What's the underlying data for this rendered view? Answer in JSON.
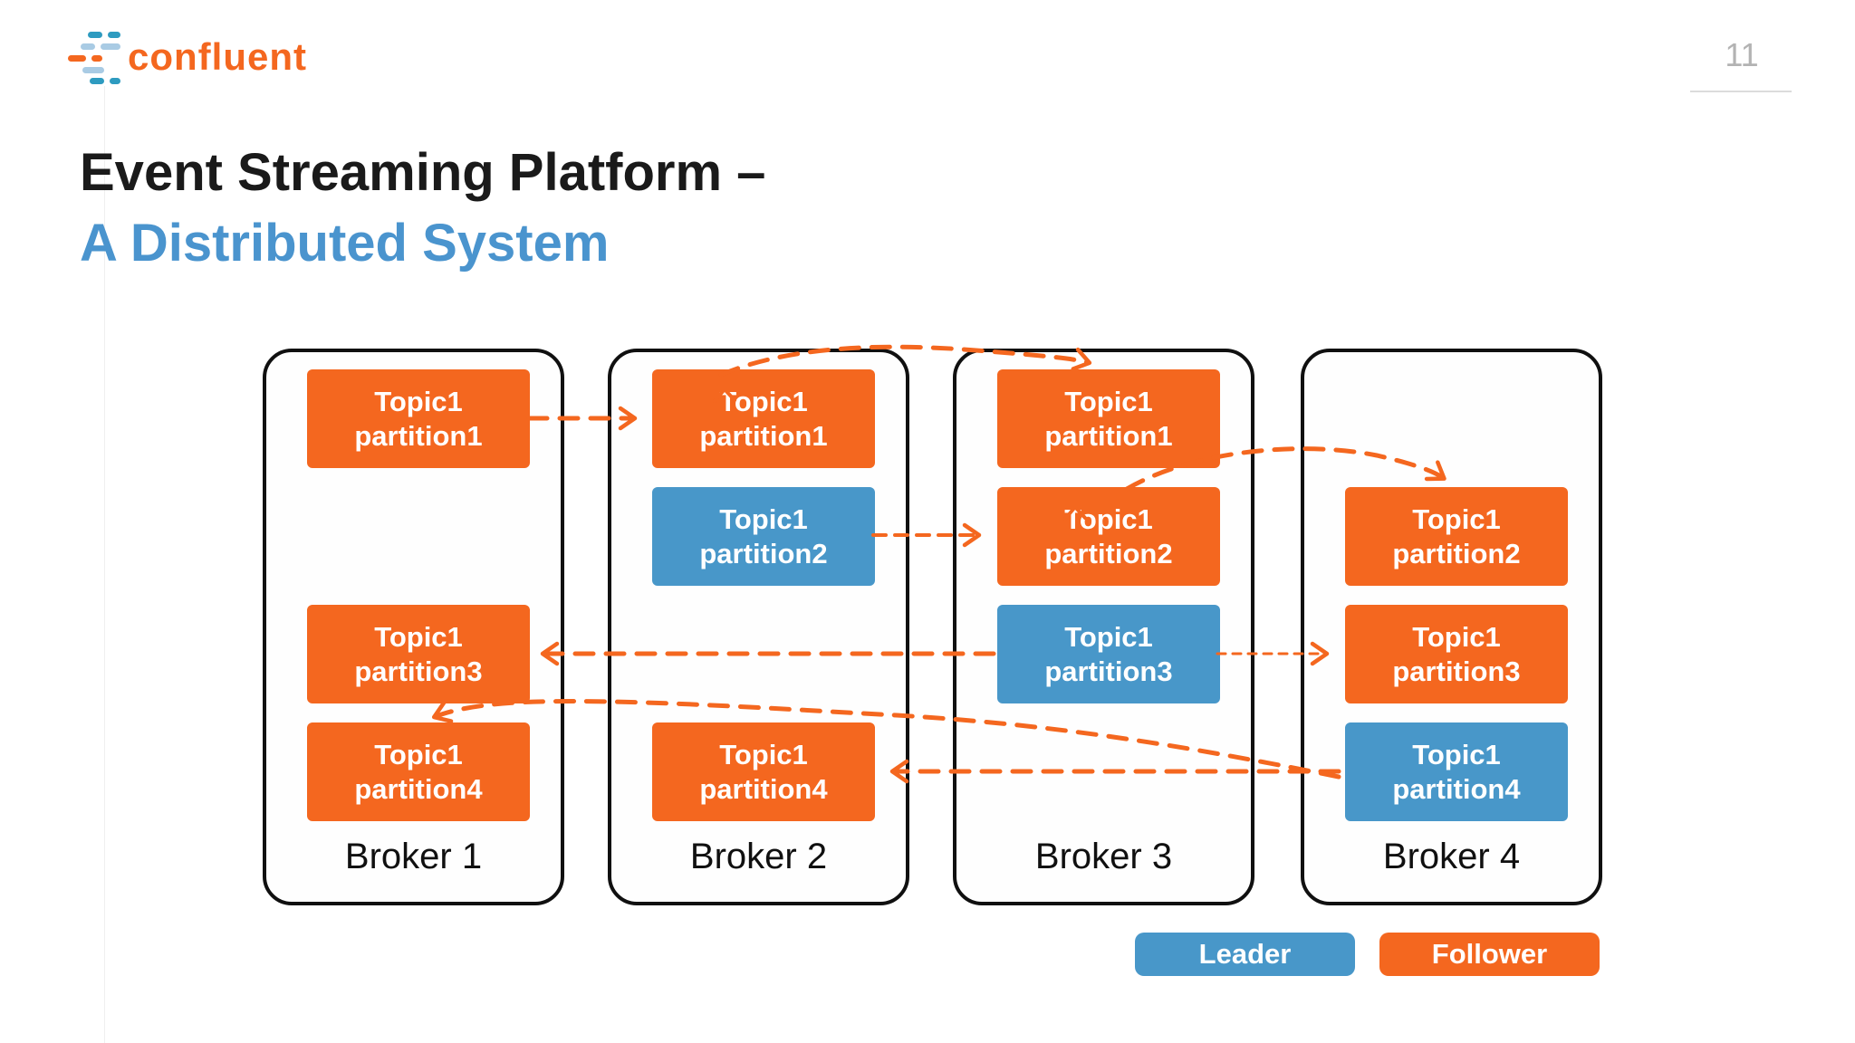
{
  "page_number": "11",
  "logo": {
    "text": "confluent"
  },
  "title": {
    "line1": "Event Streaming Platform –",
    "line2": "A Distributed System"
  },
  "brokers": [
    {
      "label": "Broker 1",
      "partitions": [
        {
          "line1": "Topic1",
          "line2": "partition1",
          "role": "follower"
        },
        {
          "line1": "Topic1",
          "line2": "partition3",
          "role": "follower"
        },
        {
          "line1": "Topic1",
          "line2": "partition4",
          "role": "follower"
        }
      ]
    },
    {
      "label": "Broker 2",
      "partitions": [
        {
          "line1": "Topic1",
          "line2": "partition1",
          "role": "follower"
        },
        {
          "line1": "Topic1",
          "line2": "partition2",
          "role": "leader"
        },
        {
          "line1": "Topic1",
          "line2": "partition4",
          "role": "follower"
        }
      ]
    },
    {
      "label": "Broker 3",
      "partitions": [
        {
          "line1": "Topic1",
          "line2": "partition1",
          "role": "follower"
        },
        {
          "line1": "Topic1",
          "line2": "partition2",
          "role": "follower"
        },
        {
          "line1": "Topic1",
          "line2": "partition3",
          "role": "leader"
        }
      ]
    },
    {
      "label": "Broker 4",
      "partitions": [
        {
          "line1": "Topic1",
          "line2": "partition2",
          "role": "follower"
        },
        {
          "line1": "Topic1",
          "line2": "partition3",
          "role": "follower"
        },
        {
          "line1": "Topic1",
          "line2": "partition4",
          "role": "leader"
        }
      ]
    }
  ],
  "legend": [
    {
      "label": "Leader",
      "color": "#4897C9"
    },
    {
      "label": "Follower",
      "color": "#F4671F"
    }
  ],
  "colors": {
    "follower_orange": "#F4671F",
    "leader_blue": "#4897C9",
    "title_blue": "#4A94CE",
    "title_black": "#1a1a1a",
    "page_number_gray": "#b3b3b3"
  }
}
